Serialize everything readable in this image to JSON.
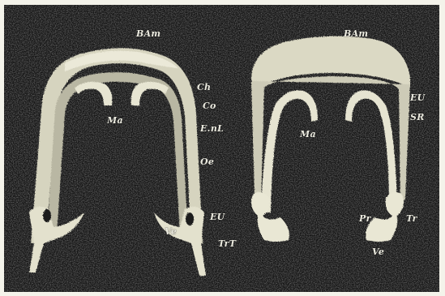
{
  "figure": {
    "labels": {
      "left": {
        "bam": "BAm",
        "ch": "Ch",
        "co": "Co",
        "enl": "E.nL",
        "ma": "Ma",
        "oe": "Oe",
        "eu": "EU",
        "ve": "Ve",
        "trt": "TrT"
      },
      "right": {
        "bam": "BAm",
        "eu": "EU",
        "sr": "SR",
        "ma": "Ma",
        "pr": "Pr",
        "tr": "Tr",
        "ve": "Ve"
      }
    },
    "colors": {
      "background": "#141414",
      "specimen": "#d8d6c2",
      "frame": "#f4f3ea"
    }
  }
}
